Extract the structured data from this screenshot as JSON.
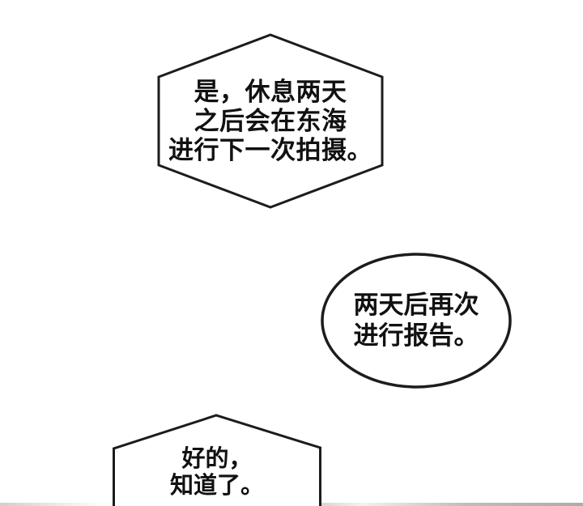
{
  "colors": {
    "background": "#ffffff",
    "outline": "#1c1c1c",
    "text": "#111111",
    "next_panel_strip": "#8f897d"
  },
  "panel": {
    "bubbles": [
      {
        "shape": "hexagon-burst",
        "lines": [
          "是，休息两天",
          "之后会在东海",
          "进行下一次拍摄。"
        ]
      },
      {
        "shape": "oval",
        "lines": [
          "两天后再次",
          "进行报告。"
        ]
      },
      {
        "shape": "hexagon-burst-cutoff",
        "lines": [
          "好的，",
          "知道了。"
        ]
      }
    ]
  }
}
